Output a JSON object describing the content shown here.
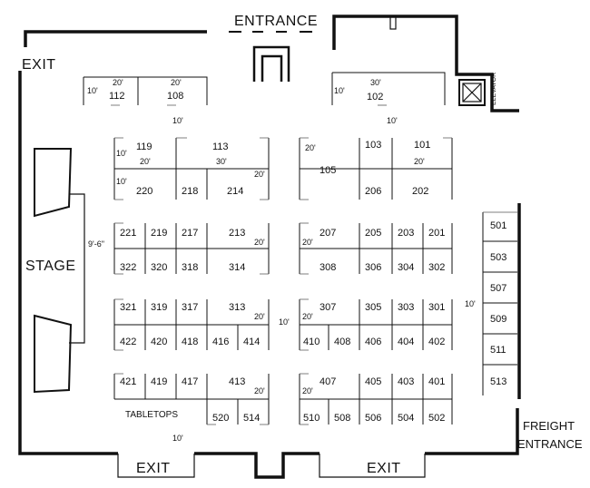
{
  "labels": {
    "entrance": "ENTRANCE",
    "exit_top_left": "EXIT",
    "exit_bottom_left": "EXIT",
    "exit_bottom_right": "EXIT",
    "stage": "STAGE",
    "elevator": "ELEVATOR",
    "freight_entrance_line1": "FREIGHT",
    "freight_entrance_line2": "ENTRANCE",
    "tabletops": "TABLETOPS"
  },
  "dimensions": {
    "d_112_w": "20'",
    "d_108_w": "20'",
    "d_top_depth": "10'",
    "d_102_w": "30'",
    "d_102_depth": "10'",
    "d_aisle_left": "10'",
    "d_aisle_right": "10'",
    "d_119_w": "20'",
    "d_113_w": "30'",
    "d_119_d": "10'",
    "d_220_d": "10'",
    "d_214_d": "20'",
    "d_105": "20'",
    "d_101_w": "20'",
    "d_stage_gap": "9'-6\"",
    "d_213": "20'",
    "d_207": "20'",
    "d_313": "20'",
    "d_307": "20'",
    "d_center_aisle": "10'",
    "d_right_aisle": "10'",
    "d_413": "20'",
    "d_407": "20'",
    "d_bottom_aisle": "10'"
  },
  "booths": {
    "b112": "112",
    "b108": "108",
    "b102": "102",
    "b119": "119",
    "b113": "113",
    "b220": "220",
    "b218": "218",
    "b214": "214",
    "b103": "103",
    "b101": "101",
    "b105": "105",
    "b206": "206",
    "b202": "202",
    "b221": "221",
    "b219": "219",
    "b217": "217",
    "b213": "213",
    "b322": "322",
    "b320": "320",
    "b318": "318",
    "b314": "314",
    "b207": "207",
    "b205": "205",
    "b203": "203",
    "b201": "201",
    "b308": "308",
    "b306": "306",
    "b304": "304",
    "b302": "302",
    "b321": "321",
    "b319": "319",
    "b317": "317",
    "b313": "313",
    "b422": "422",
    "b420": "420",
    "b418": "418",
    "b416": "416",
    "b414": "414",
    "b307": "307",
    "b305": "305",
    "b303": "303",
    "b301": "301",
    "b410": "410",
    "b408": "408",
    "b406": "406",
    "b404": "404",
    "b402": "402",
    "b421": "421",
    "b419": "419",
    "b417": "417",
    "b413": "413",
    "b520": "520",
    "b514": "514",
    "b407": "407",
    "b405": "405",
    "b403": "403",
    "b401": "401",
    "b510": "510",
    "b508": "508",
    "b506": "506",
    "b504": "504",
    "b502": "502",
    "b501": "501",
    "b503": "503",
    "b507": "507",
    "b509": "509",
    "b511": "511",
    "b513": "513"
  }
}
